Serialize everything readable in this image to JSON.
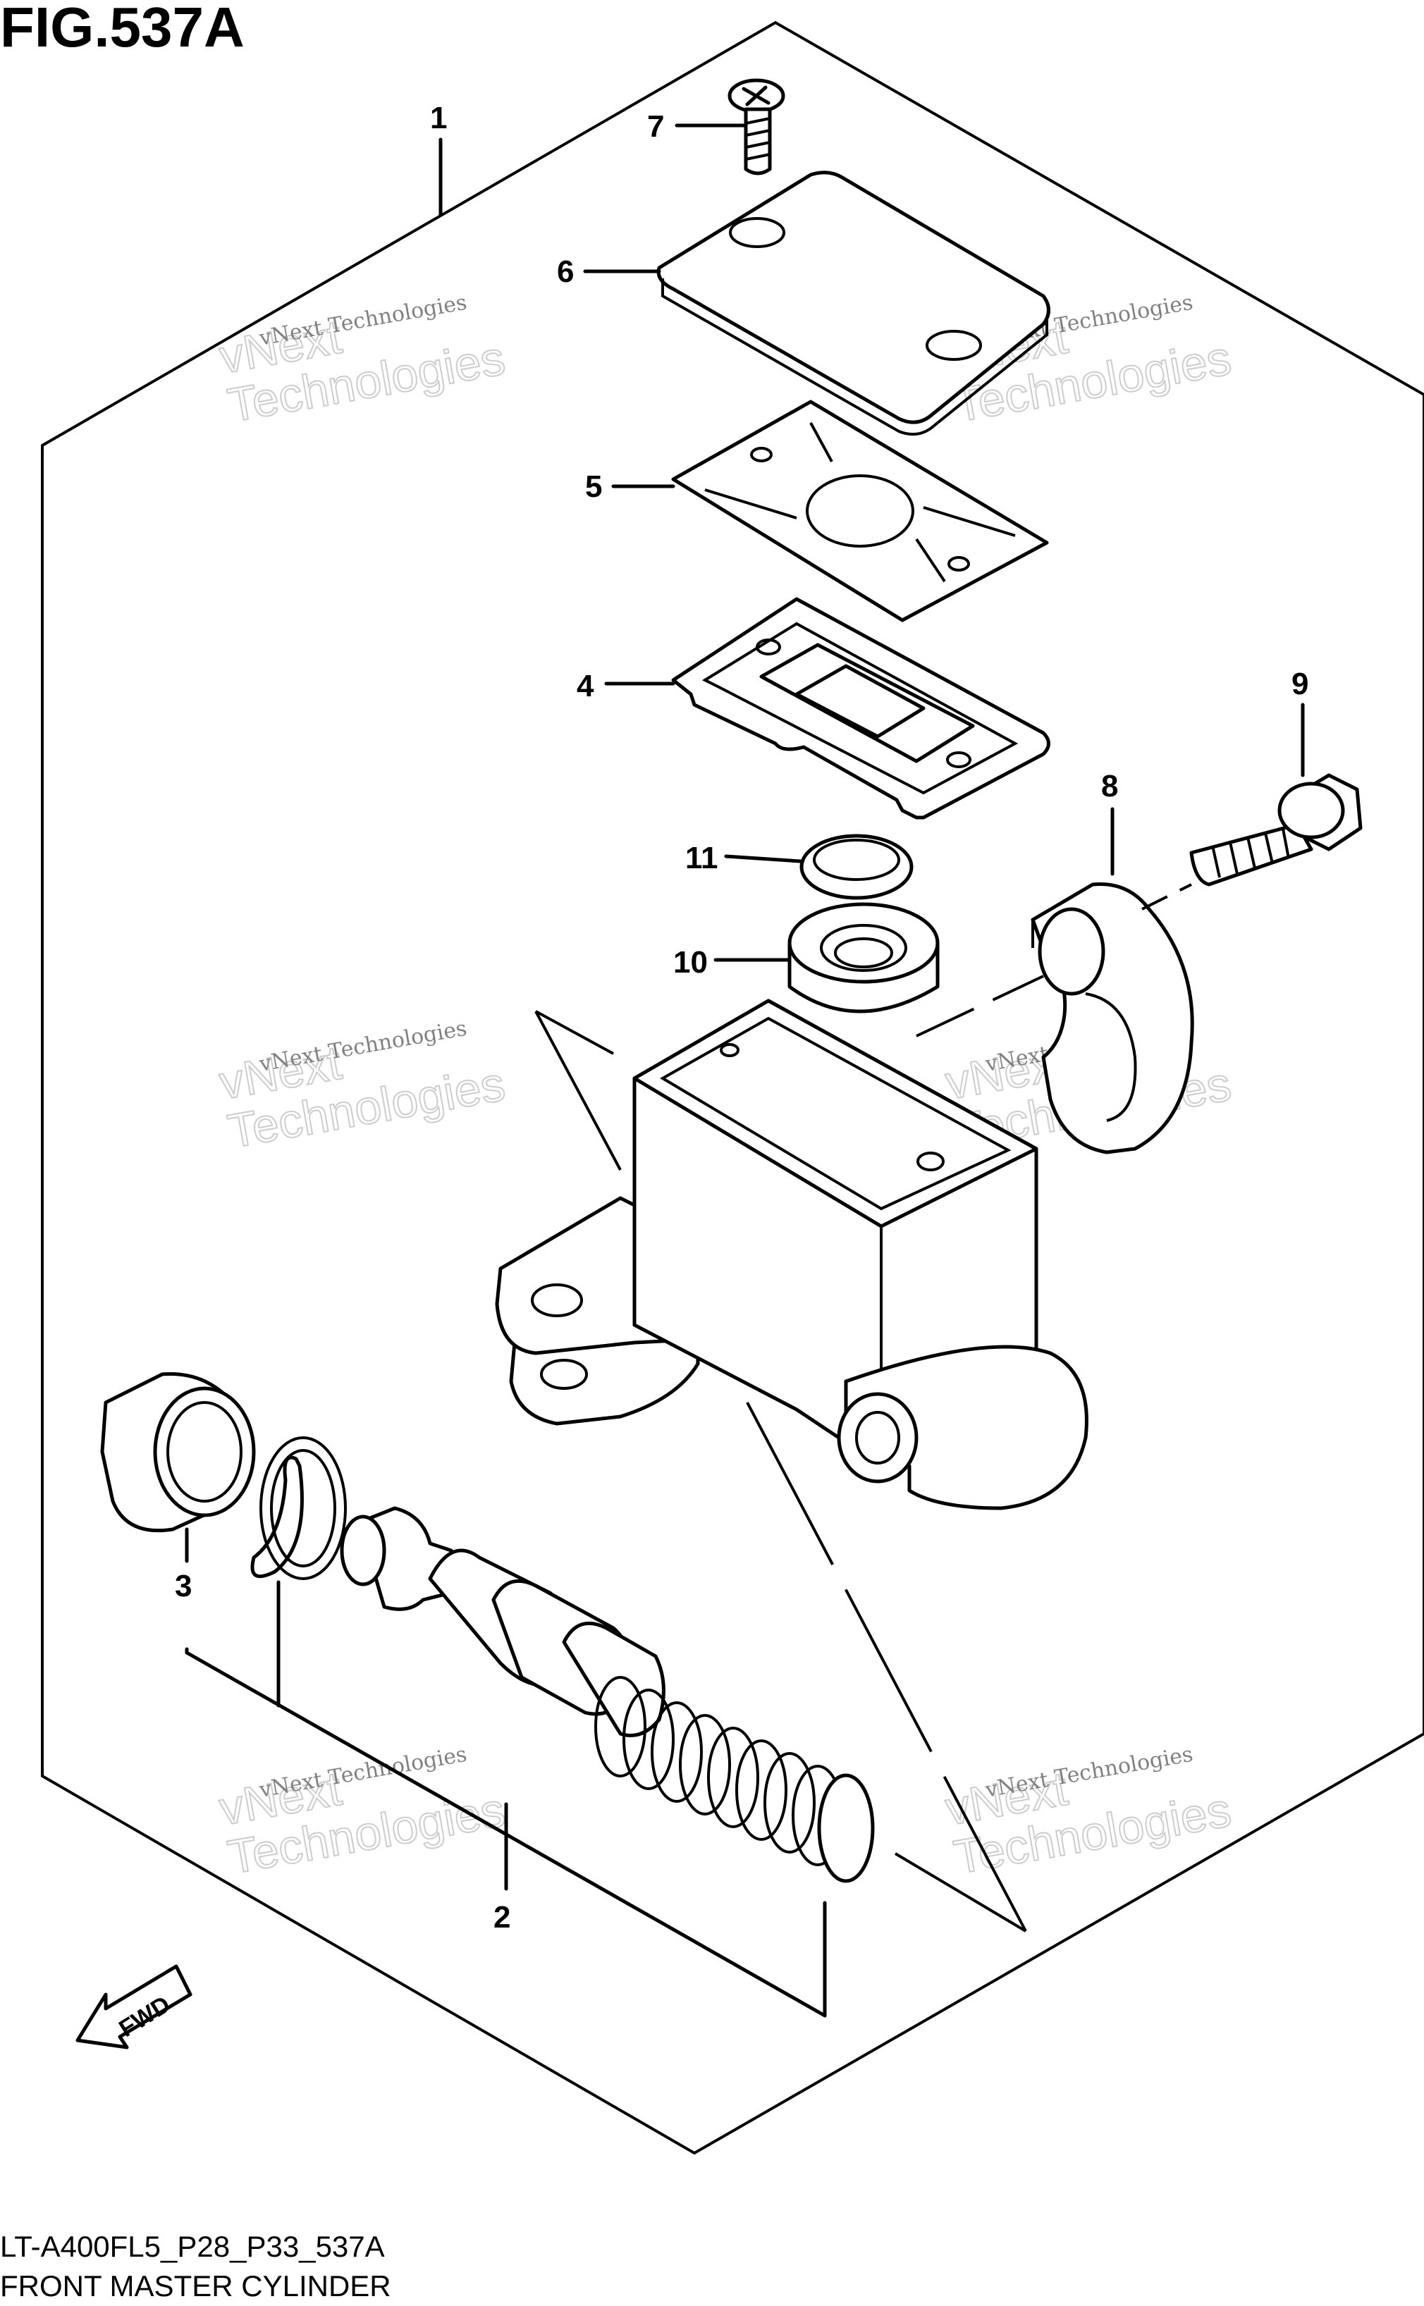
{
  "figure": {
    "title": "FIG.537A",
    "code": "LT-A400FL5_P28_P33_537A",
    "name": "FRONT MASTER CYLINDER"
  },
  "callouts": [
    "1",
    "2",
    "3",
    "4",
    "5",
    "6",
    "7",
    "8",
    "9",
    "10",
    "11"
  ],
  "watermark": {
    "line1": "vNext Technologies",
    "line2": "vNext",
    "line3": "Technologies"
  },
  "fwd_label": "FWD"
}
